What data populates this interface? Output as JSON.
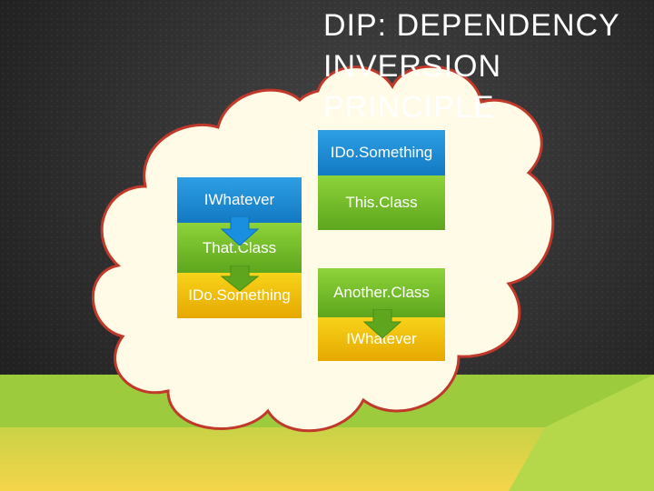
{
  "title": "DIP: DEPENDENCY\nINVERSION\nPRINCIPLE",
  "diagram": {
    "left_stack": {
      "top_label": "IWhatever",
      "middle_label": "That.Class",
      "bottom_label": "IDo.Something"
    },
    "right_stack": {
      "top_label": "IDo.Something",
      "second_label": "This.Class",
      "third_label": "Another.Class",
      "bottom_label": "IWhatever"
    }
  },
  "colors": {
    "background": "#3d3d3d",
    "cloud_fill": "#fffbe6",
    "cloud_outline": "#c0392b",
    "interface_blue": "#1e88d2",
    "class_green": "#76bd2a",
    "interface_yellow": "#efbd0c",
    "arrow": "#1a8fe0",
    "floor_green": "#8bc34a",
    "floor_yellow": "#f5d547"
  }
}
